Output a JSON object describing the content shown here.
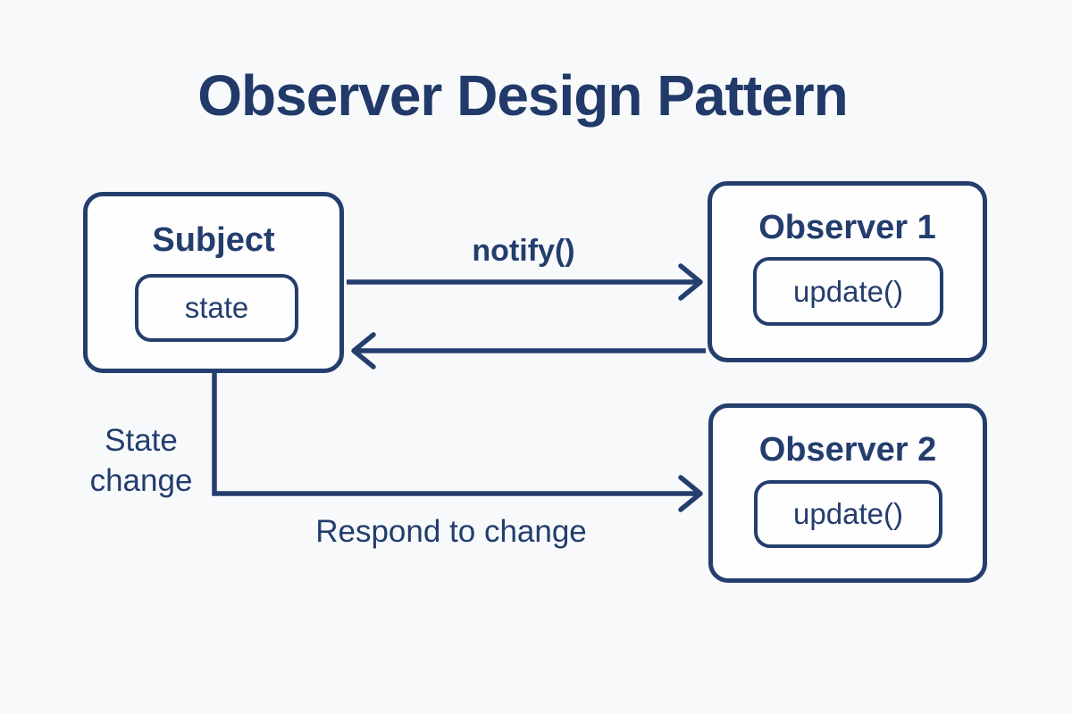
{
  "title": "Observer Design Pattern",
  "colors": {
    "navy": "#243e6e",
    "title_navy": "#213a69",
    "background": "#f8f9fb",
    "box_fill": "#fefeff"
  },
  "nodes": {
    "subject": {
      "title": "Subject",
      "member": "state"
    },
    "observer1": {
      "title": "Observer 1",
      "member": "update()"
    },
    "observer2": {
      "title": "Observer 2",
      "member": "update()"
    }
  },
  "edges": {
    "notify": {
      "label": "notify()",
      "from": "Subject",
      "to": "Observer 1"
    },
    "return": {
      "label": "",
      "from": "Observer 1",
      "to": "Subject"
    },
    "state_change": {
      "label": "State\nchange",
      "from": "Subject",
      "to": "Observer 2"
    },
    "respond": {
      "label": "Respond to change",
      "from": "Subject",
      "to": "Observer 2"
    }
  }
}
